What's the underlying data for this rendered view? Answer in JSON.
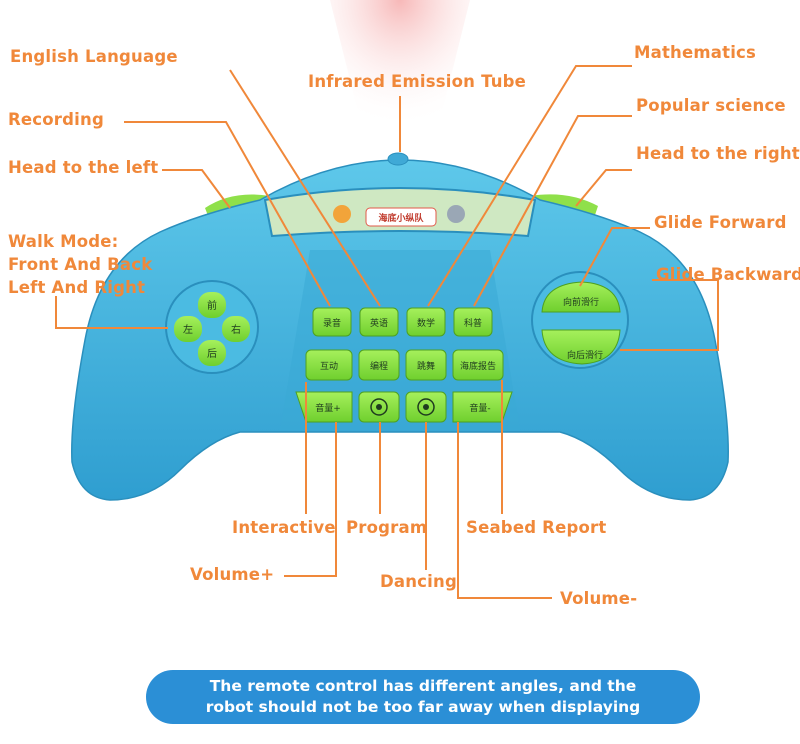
{
  "callouts": {
    "english_language": "English Language",
    "infrared": "Infrared Emission Tube",
    "mathematics": "Mathematics",
    "recording": "Recording",
    "popular_science": "Popular science",
    "head_left": "Head to the left",
    "head_right": "Head to the right",
    "walk_mode": "Walk Mode:\nFront And Back\nLeft And Right",
    "glide_forward": "Glide Forward",
    "glide_backward": "Glide Backward",
    "interactive": "Interactive",
    "program": "Program",
    "seabed_report": "Seabed Report",
    "volume_plus": "Volume+",
    "dancing": "Dancing",
    "volume_minus": "Volume-"
  },
  "remote": {
    "screen_label": "海底小纵队",
    "dpad": {
      "up": "前",
      "left": "左",
      "right": "右",
      "down": "后"
    },
    "keys_row1": [
      "录音",
      "英语",
      "数学",
      "科普"
    ],
    "keys_row2": [
      "互动",
      "编程",
      "跳舞",
      "海底报告"
    ],
    "keys_row3": [
      "音量+",
      "",
      "",
      "音量-"
    ],
    "glide_forward_key": "向前滑行",
    "glide_backward_key": "向后滑行"
  },
  "banner": {
    "line1": "The remote control has different angles, and the",
    "line2": "robot should not be too far away when displaying"
  },
  "colors": {
    "callout": "#f0883a",
    "body": "#42b4dc",
    "key": "#8be045",
    "banner": "#2b8fd6"
  }
}
